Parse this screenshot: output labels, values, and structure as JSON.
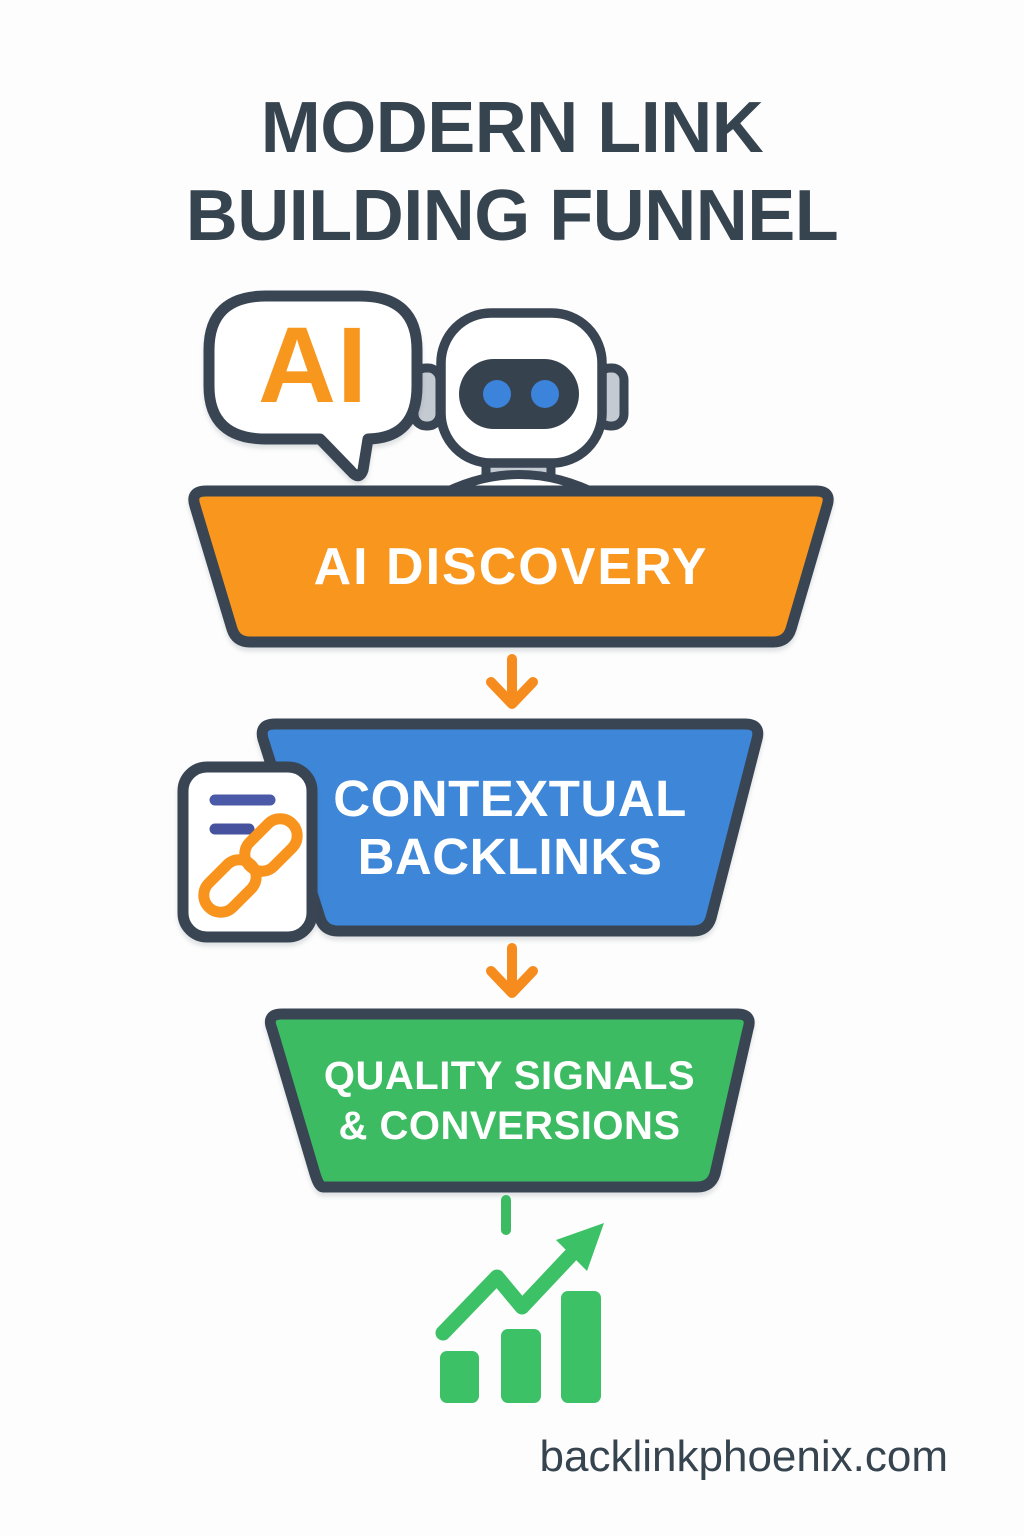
{
  "title": {
    "lines": [
      "MODERN LINK",
      "BUILDING FUNNEL"
    ]
  },
  "ai_bubble": {
    "text": "AI"
  },
  "funnel": {
    "stages": [
      {
        "id": "ai-discovery",
        "lines": [
          "AI DISCOVERY"
        ],
        "fill": "#F8961E"
      },
      {
        "id": "contextual-backlinks",
        "lines": [
          "CONTEXTUAL",
          "BACKLINKS"
        ],
        "fill": "#3E86D8"
      },
      {
        "id": "quality-signals-conversions",
        "lines": [
          "QUALITY SIGNALS",
          "& CONVERSIONS"
        ],
        "fill": "#3CBB63"
      }
    ]
  },
  "footer": {
    "website": "backlinkphoenix.com"
  },
  "icons": {
    "bubble": "ai-chat-bubble-icon",
    "robot": "robot-head-icon",
    "document": "document-link-icon",
    "connectors": "arrow-down-icon",
    "chart": "growth-bar-chart-icon"
  },
  "colors": {
    "background": "#FDFDFD",
    "outline_navy": "#394553",
    "title_text": "#364450",
    "orange": "#F8961E",
    "arrow_orange": "#F78C1E",
    "blue": "#3E86D8",
    "green": "#3CBB63",
    "chart_green": "#3CC167",
    "label_white": "#FFFFFF",
    "eye_blue": "#3C83DC",
    "gray": "#C4CAD1",
    "doc_line_indigo": "#4A5AA8",
    "link_orange": "#F8941D"
  }
}
